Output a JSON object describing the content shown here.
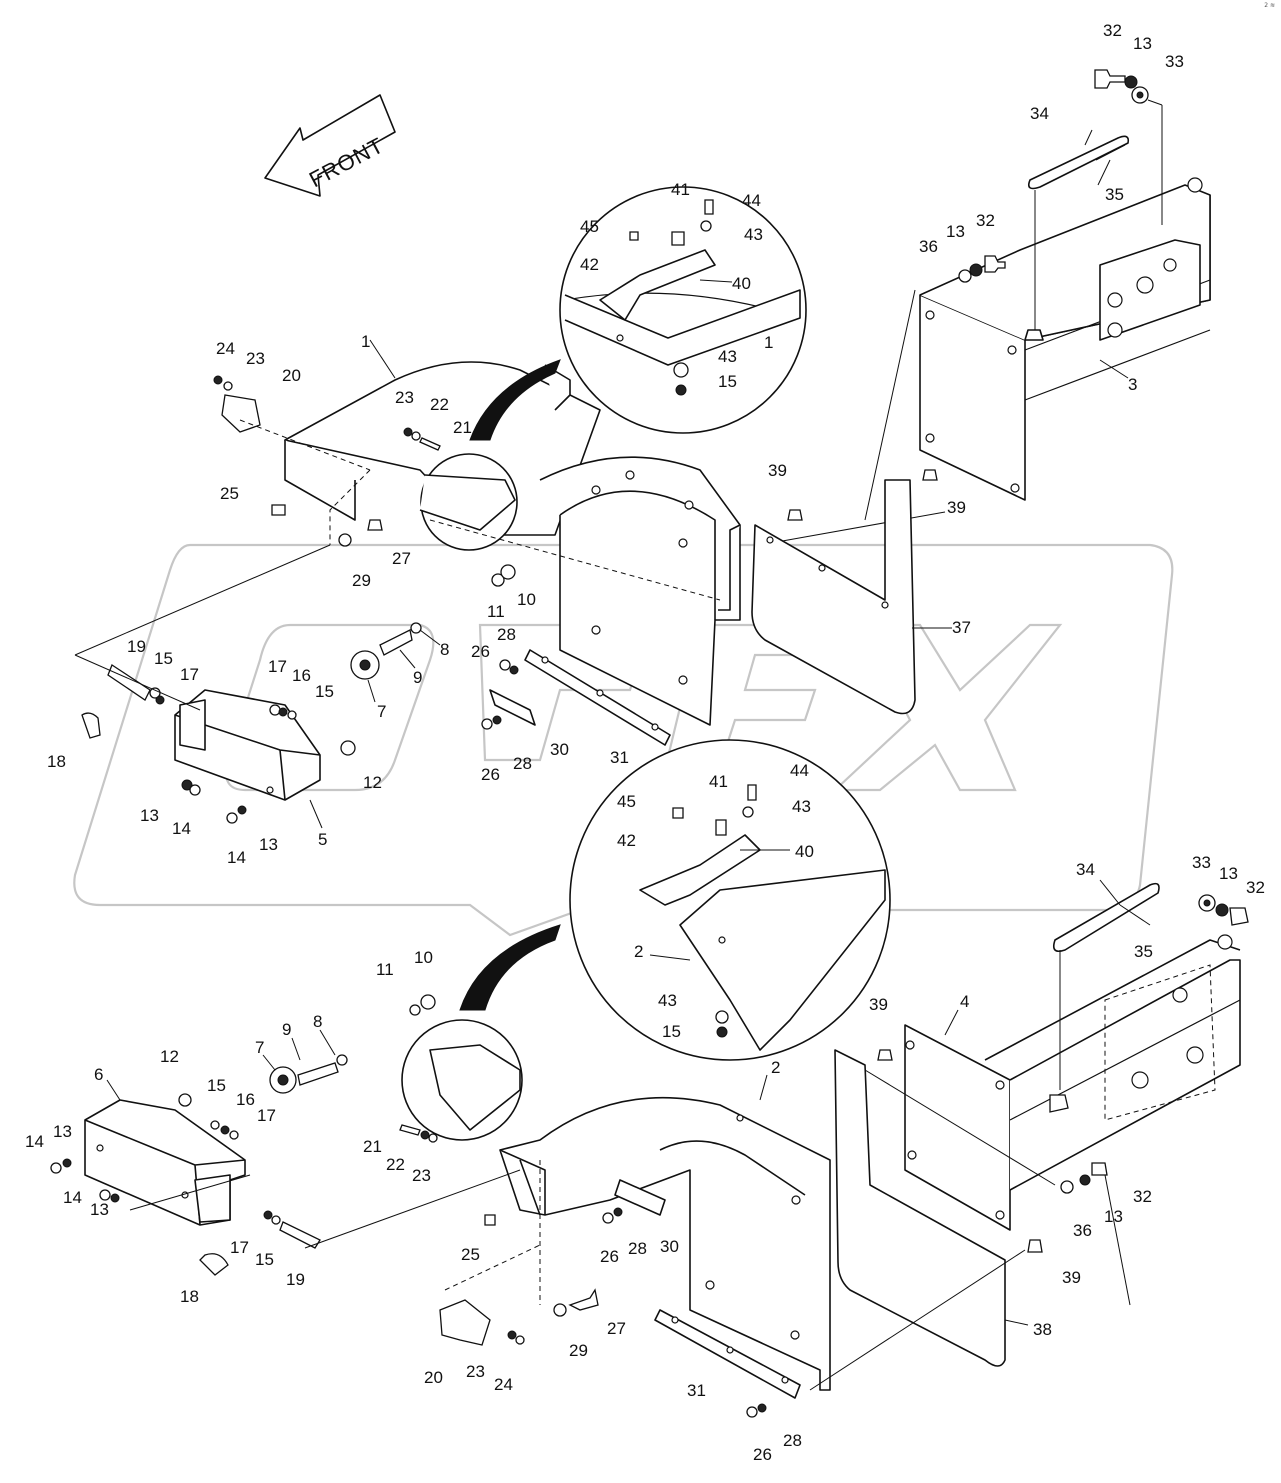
{
  "direction_arrow": {
    "label": "FRONT"
  },
  "corner_mark": "2 ≋",
  "upper_callouts": [
    {
      "id": "u1",
      "text": "1"
    },
    {
      "id": "u3",
      "text": "3"
    },
    {
      "id": "u5",
      "text": "5"
    },
    {
      "id": "u7",
      "text": "7"
    },
    {
      "id": "u8",
      "text": "8"
    },
    {
      "id": "u9",
      "text": "9"
    },
    {
      "id": "u10",
      "text": "10"
    },
    {
      "id": "u11",
      "text": "11"
    },
    {
      "id": "u12",
      "text": "12"
    },
    {
      "id": "u13a",
      "text": "13"
    },
    {
      "id": "u13b",
      "text": "13"
    },
    {
      "id": "u14a",
      "text": "14"
    },
    {
      "id": "u14b",
      "text": "14"
    },
    {
      "id": "u15",
      "text": "15"
    },
    {
      "id": "u16",
      "text": "16"
    },
    {
      "id": "u17a",
      "text": "17"
    },
    {
      "id": "u17b",
      "text": "17"
    },
    {
      "id": "u15b",
      "text": "15"
    },
    {
      "id": "u18",
      "text": "18"
    },
    {
      "id": "u19",
      "text": "19"
    },
    {
      "id": "u20",
      "text": "20"
    },
    {
      "id": "u21",
      "text": "21"
    },
    {
      "id": "u22",
      "text": "22"
    },
    {
      "id": "u23a",
      "text": "23"
    },
    {
      "id": "u23b",
      "text": "23"
    },
    {
      "id": "u24",
      "text": "24"
    },
    {
      "id": "u25",
      "text": "25"
    },
    {
      "id": "u26a",
      "text": "26"
    },
    {
      "id": "u26b",
      "text": "26"
    },
    {
      "id": "u27",
      "text": "27"
    },
    {
      "id": "u28a",
      "text": "28"
    },
    {
      "id": "u28b",
      "text": "28"
    },
    {
      "id": "u29",
      "text": "29"
    },
    {
      "id": "u30",
      "text": "30"
    },
    {
      "id": "u31",
      "text": "31"
    },
    {
      "id": "u32a",
      "text": "32"
    },
    {
      "id": "u32b",
      "text": "32"
    },
    {
      "id": "u13c",
      "text": "13"
    },
    {
      "id": "u13d",
      "text": "13"
    },
    {
      "id": "u33",
      "text": "33"
    },
    {
      "id": "u34",
      "text": "34"
    },
    {
      "id": "u35",
      "text": "35"
    },
    {
      "id": "u36",
      "text": "36"
    },
    {
      "id": "u37",
      "text": "37"
    },
    {
      "id": "u39a",
      "text": "39"
    },
    {
      "id": "u39b",
      "text": "39"
    }
  ],
  "detail_top_callouts": [
    {
      "id": "d41",
      "text": "41"
    },
    {
      "id": "d44",
      "text": "44"
    },
    {
      "id": "d45",
      "text": "45"
    },
    {
      "id": "d43a",
      "text": "43"
    },
    {
      "id": "d42",
      "text": "42"
    },
    {
      "id": "d40",
      "text": "40"
    },
    {
      "id": "d1",
      "text": "1"
    },
    {
      "id": "d43b",
      "text": "43"
    },
    {
      "id": "d15",
      "text": "15"
    }
  ],
  "detail_bottom_callouts": [
    {
      "id": "e41",
      "text": "41"
    },
    {
      "id": "e44",
      "text": "44"
    },
    {
      "id": "e45",
      "text": "45"
    },
    {
      "id": "e43a",
      "text": "43"
    },
    {
      "id": "e42",
      "text": "42"
    },
    {
      "id": "e40",
      "text": "40"
    },
    {
      "id": "e2",
      "text": "2"
    },
    {
      "id": "e43b",
      "text": "43"
    },
    {
      "id": "e15",
      "text": "15"
    }
  ],
  "lower_callouts": [
    {
      "id": "l2",
      "text": "2"
    },
    {
      "id": "l4",
      "text": "4"
    },
    {
      "id": "l6",
      "text": "6"
    },
    {
      "id": "l7",
      "text": "7"
    },
    {
      "id": "l8",
      "text": "8"
    },
    {
      "id": "l9",
      "text": "9"
    },
    {
      "id": "l10",
      "text": "10"
    },
    {
      "id": "l11",
      "text": "11"
    },
    {
      "id": "l12",
      "text": "12"
    },
    {
      "id": "l13a",
      "text": "13"
    },
    {
      "id": "l13b",
      "text": "13"
    },
    {
      "id": "l14a",
      "text": "14"
    },
    {
      "id": "l14b",
      "text": "14"
    },
    {
      "id": "l15a",
      "text": "15"
    },
    {
      "id": "l15b",
      "text": "15"
    },
    {
      "id": "l16",
      "text": "16"
    },
    {
      "id": "l17a",
      "text": "17"
    },
    {
      "id": "l17b",
      "text": "17"
    },
    {
      "id": "l18",
      "text": "18"
    },
    {
      "id": "l19",
      "text": "19"
    },
    {
      "id": "l20",
      "text": "20"
    },
    {
      "id": "l21",
      "text": "21"
    },
    {
      "id": "l22",
      "text": "22"
    },
    {
      "id": "l23a",
      "text": "23"
    },
    {
      "id": "l23b",
      "text": "23"
    },
    {
      "id": "l24",
      "text": "24"
    },
    {
      "id": "l25",
      "text": "25"
    },
    {
      "id": "l26a",
      "text": "26"
    },
    {
      "id": "l26b",
      "text": "26"
    },
    {
      "id": "l27",
      "text": "27"
    },
    {
      "id": "l28a",
      "text": "28"
    },
    {
      "id": "l28b",
      "text": "28"
    },
    {
      "id": "l29",
      "text": "29"
    },
    {
      "id": "l30",
      "text": "30"
    },
    {
      "id": "l31",
      "text": "31"
    },
    {
      "id": "l32a",
      "text": "32"
    },
    {
      "id": "l32b",
      "text": "32"
    },
    {
      "id": "l13c",
      "text": "13"
    },
    {
      "id": "l13d",
      "text": "13"
    },
    {
      "id": "l33",
      "text": "33"
    },
    {
      "id": "l34",
      "text": "34"
    },
    {
      "id": "l35",
      "text": "35"
    },
    {
      "id": "l36",
      "text": "36"
    },
    {
      "id": "l38",
      "text": "38"
    },
    {
      "id": "l39a",
      "text": "39"
    },
    {
      "id": "l39b",
      "text": "39"
    }
  ]
}
